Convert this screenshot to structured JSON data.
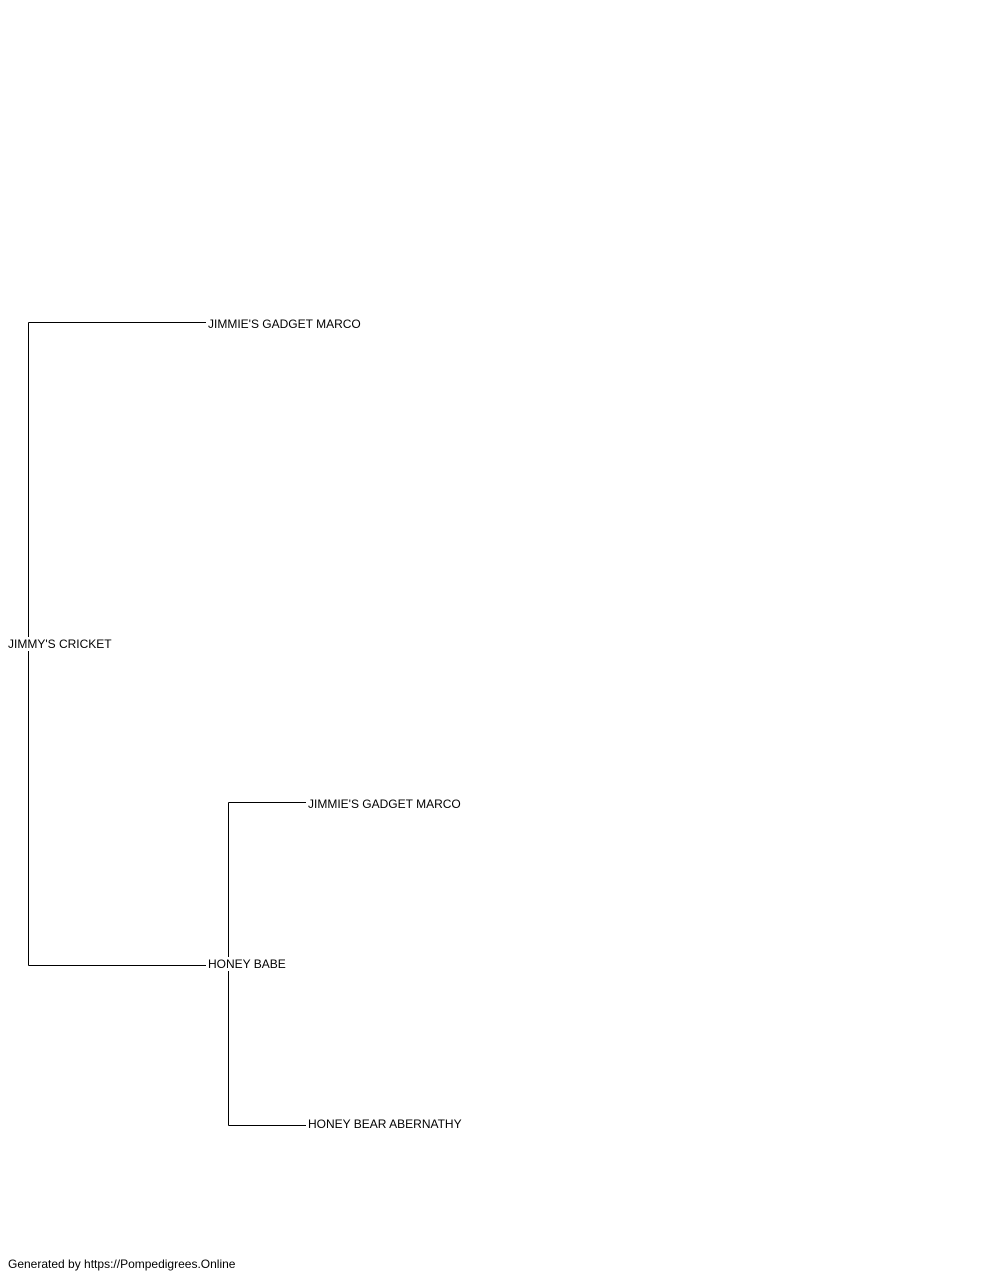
{
  "pedigree": {
    "subject": "JIMMY'S CRICKET",
    "sire": "JIMMIE'S GADGET MARCO",
    "dam": "HONEY BABE",
    "dam_sire": "JIMMIE'S GADGET MARCO",
    "dam_dam": "HONEY BEAR ABERNATHY"
  },
  "footer": {
    "credit": "Generated by https://Pompedigrees.Online"
  },
  "colors": {
    "line": "#000000",
    "text": "#000000",
    "background": "#ffffff"
  }
}
